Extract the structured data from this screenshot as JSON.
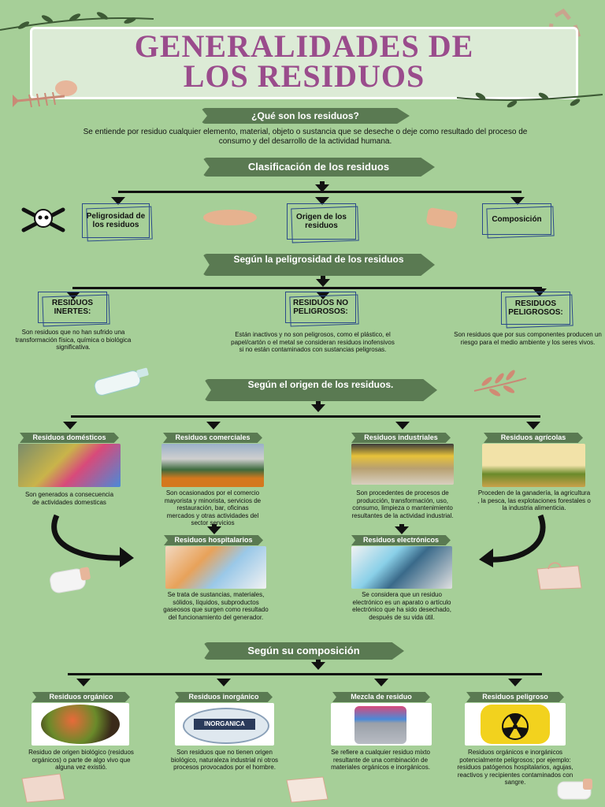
{
  "title_line1": "GENERALIDADES DE",
  "title_line2": "LOS RESIDUOS",
  "q_heading": "¿Qué son los residuos?",
  "definition": "Se entiende por residuo cualquier elemento, material, objeto o sustancia que se deseche o deje como resultado del proceso de consumo y del desarrollo de la actividad humana.",
  "clasificacion": {
    "heading": "Clasificación de los residuos",
    "boxes": [
      "Peligrosidad de los residuos",
      "Origen de los residuos",
      "Composición"
    ]
  },
  "peligrosidad": {
    "heading": "Según la peligrosidad de los residuos",
    "items": [
      {
        "title": "RESIDUOS INERTES:",
        "text": "Son residuos que no han sufrido una transformación física, química o biológica significativa."
      },
      {
        "title": "RESIDUOS NO PELIGROSOS:",
        "text": "Están inactivos y no son peligrosos, como el plástico, el papel/cartón o el metal se consideran residuos inofensivos si no están contaminados con sustancias peligrosas."
      },
      {
        "title": "RESIDUOS PELIGROSOS:",
        "text": "Son residuos que por sus componentes producen un riesgo para el medio ambiente y los seres vivos."
      }
    ]
  },
  "origen": {
    "heading": "Según el origen de los residuos.",
    "items": [
      {
        "label": "Residuos domésticos",
        "text": "Son generados a consecuencia de actividades domesticas"
      },
      {
        "label": "Residuos comerciales",
        "text": "Son ocasionados por el comercio mayorista y minorista, servicios de restauración, bar, oficinas mercados y otras actividades del sector servicios"
      },
      {
        "label": "Residuos industriales",
        "text": "Son procedentes de procesos de producción, transformación, uso, consumo, limpieza o mantenimiento resultantes de la actividad industrial."
      },
      {
        "label": "Residuos agrícolas",
        "text": "Proceden de la ganadería, la agricultura , la pesca, las explotaciones forestales o la industria alimenticia."
      },
      {
        "label": "Residuos hospitalarios",
        "text": "Se trata de sustancias, materiales, sólidos, líquidos, subproductos gaseosos que surgen como resultado del funcionamiento del generador."
      },
      {
        "label": "Residuos electrónicos",
        "text": "Se considera que un residuo electrónico es un aparato o artículo electrónico que ha sido desechado, después de su vida útil."
      }
    ]
  },
  "composicion": {
    "heading": "Según su composición",
    "items": [
      {
        "label": "Residuos orgánico",
        "text": "Residuo de origen biológico (residuos orgánicos) o parte de algo vivo que alguna vez existió."
      },
      {
        "label": "Residuos inorgánico",
        "text": "Son residuos que no tienen origen biológico, naturaleza industrial ni otros procesos provocados por el hombre.",
        "badge": "INORGANICA"
      },
      {
        "label": "Mezcla de residuo",
        "text": "Se refiere a cualquier residuo mixto resultante de una combinación de materiales orgánicos e inorgánicos."
      },
      {
        "label": "Residuos peligroso",
        "text": "Residuos orgánicos e inorgánicos potencialmente peligrosos; por ejemplo: residuos patógenos hospitalarios, agujas, reactivos y recipientes contaminados con sangre."
      }
    ]
  },
  "colors": {
    "background": "#a6cf98",
    "title": "#9a4c8c",
    "pill": "#5a7a52",
    "box_border": "#2b4a8a"
  }
}
